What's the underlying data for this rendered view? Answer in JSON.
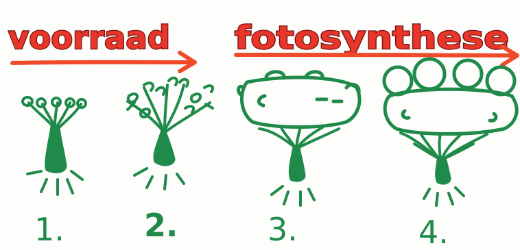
{
  "phase_labels": {
    "reserve": "voorraad",
    "photosynthesis": "fotosynthese"
  },
  "stage_numbers": [
    "1.",
    "2.",
    "3.",
    "4."
  ],
  "colors": {
    "label_fill": "#e8362a",
    "label_outline": "#7a1410",
    "arrow": "#ef4a2c",
    "plant": "#1f8a4a",
    "background": "#fdfdfb"
  }
}
